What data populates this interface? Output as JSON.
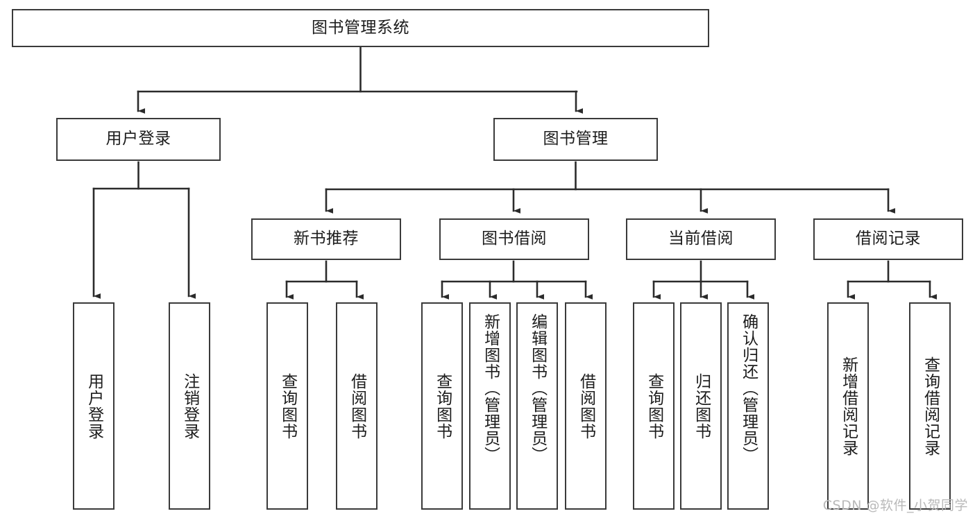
{
  "diagram": {
    "type": "tree",
    "title": "图书管理系统",
    "watermark": "CSDN @软件_小贺同学",
    "colors": {
      "box_border": "#3a3a3a",
      "box_fill": "#ffffff",
      "connector": "#2b2b2b",
      "text": "#1c1c1c",
      "watermark": "#b9b9b9",
      "background": "#ffffff"
    },
    "levels": {
      "root": {
        "label": "图书管理系统",
        "orientation": "horizontal"
      },
      "level2": [
        {
          "label": "用户登录",
          "orientation": "horizontal"
        },
        {
          "label": "图书管理",
          "orientation": "horizontal"
        }
      ],
      "level3": [
        {
          "label": "新书推荐",
          "orientation": "horizontal",
          "parent": "图书管理"
        },
        {
          "label": "图书借阅",
          "orientation": "horizontal",
          "parent": "图书管理"
        },
        {
          "label": "当前借阅",
          "orientation": "horizontal",
          "parent": "图书管理"
        },
        {
          "label": "借阅记录",
          "orientation": "horizontal",
          "parent": "图书管理"
        }
      ],
      "leaves": [
        {
          "label": "用户登录",
          "orientation": "vertical",
          "parent": "用户登录"
        },
        {
          "label": "注销登录",
          "orientation": "vertical",
          "parent": "用户登录"
        },
        {
          "label": "查询图书",
          "orientation": "vertical",
          "parent": "新书推荐"
        },
        {
          "label": "借阅图书",
          "orientation": "vertical",
          "parent": "新书推荐"
        },
        {
          "label": "查询图书",
          "orientation": "vertical",
          "parent": "图书借阅"
        },
        {
          "label": "新增图书（管理员）",
          "orientation": "vertical",
          "parent": "图书借阅"
        },
        {
          "label": "编辑图书（管理员）",
          "orientation": "vertical",
          "parent": "图书借阅"
        },
        {
          "label": "借阅图书",
          "orientation": "vertical",
          "parent": "图书借阅"
        },
        {
          "label": "查询图书",
          "orientation": "vertical",
          "parent": "当前借阅"
        },
        {
          "label": "归还图书",
          "orientation": "vertical",
          "parent": "当前借阅"
        },
        {
          "label": "确认归还（管理员）",
          "orientation": "vertical",
          "parent": "当前借阅"
        },
        {
          "label": "新增借阅记录",
          "orientation": "vertical",
          "parent": "借阅记录"
        },
        {
          "label": "查询借阅记录",
          "orientation": "vertical",
          "parent": "借阅记录"
        }
      ]
    }
  }
}
